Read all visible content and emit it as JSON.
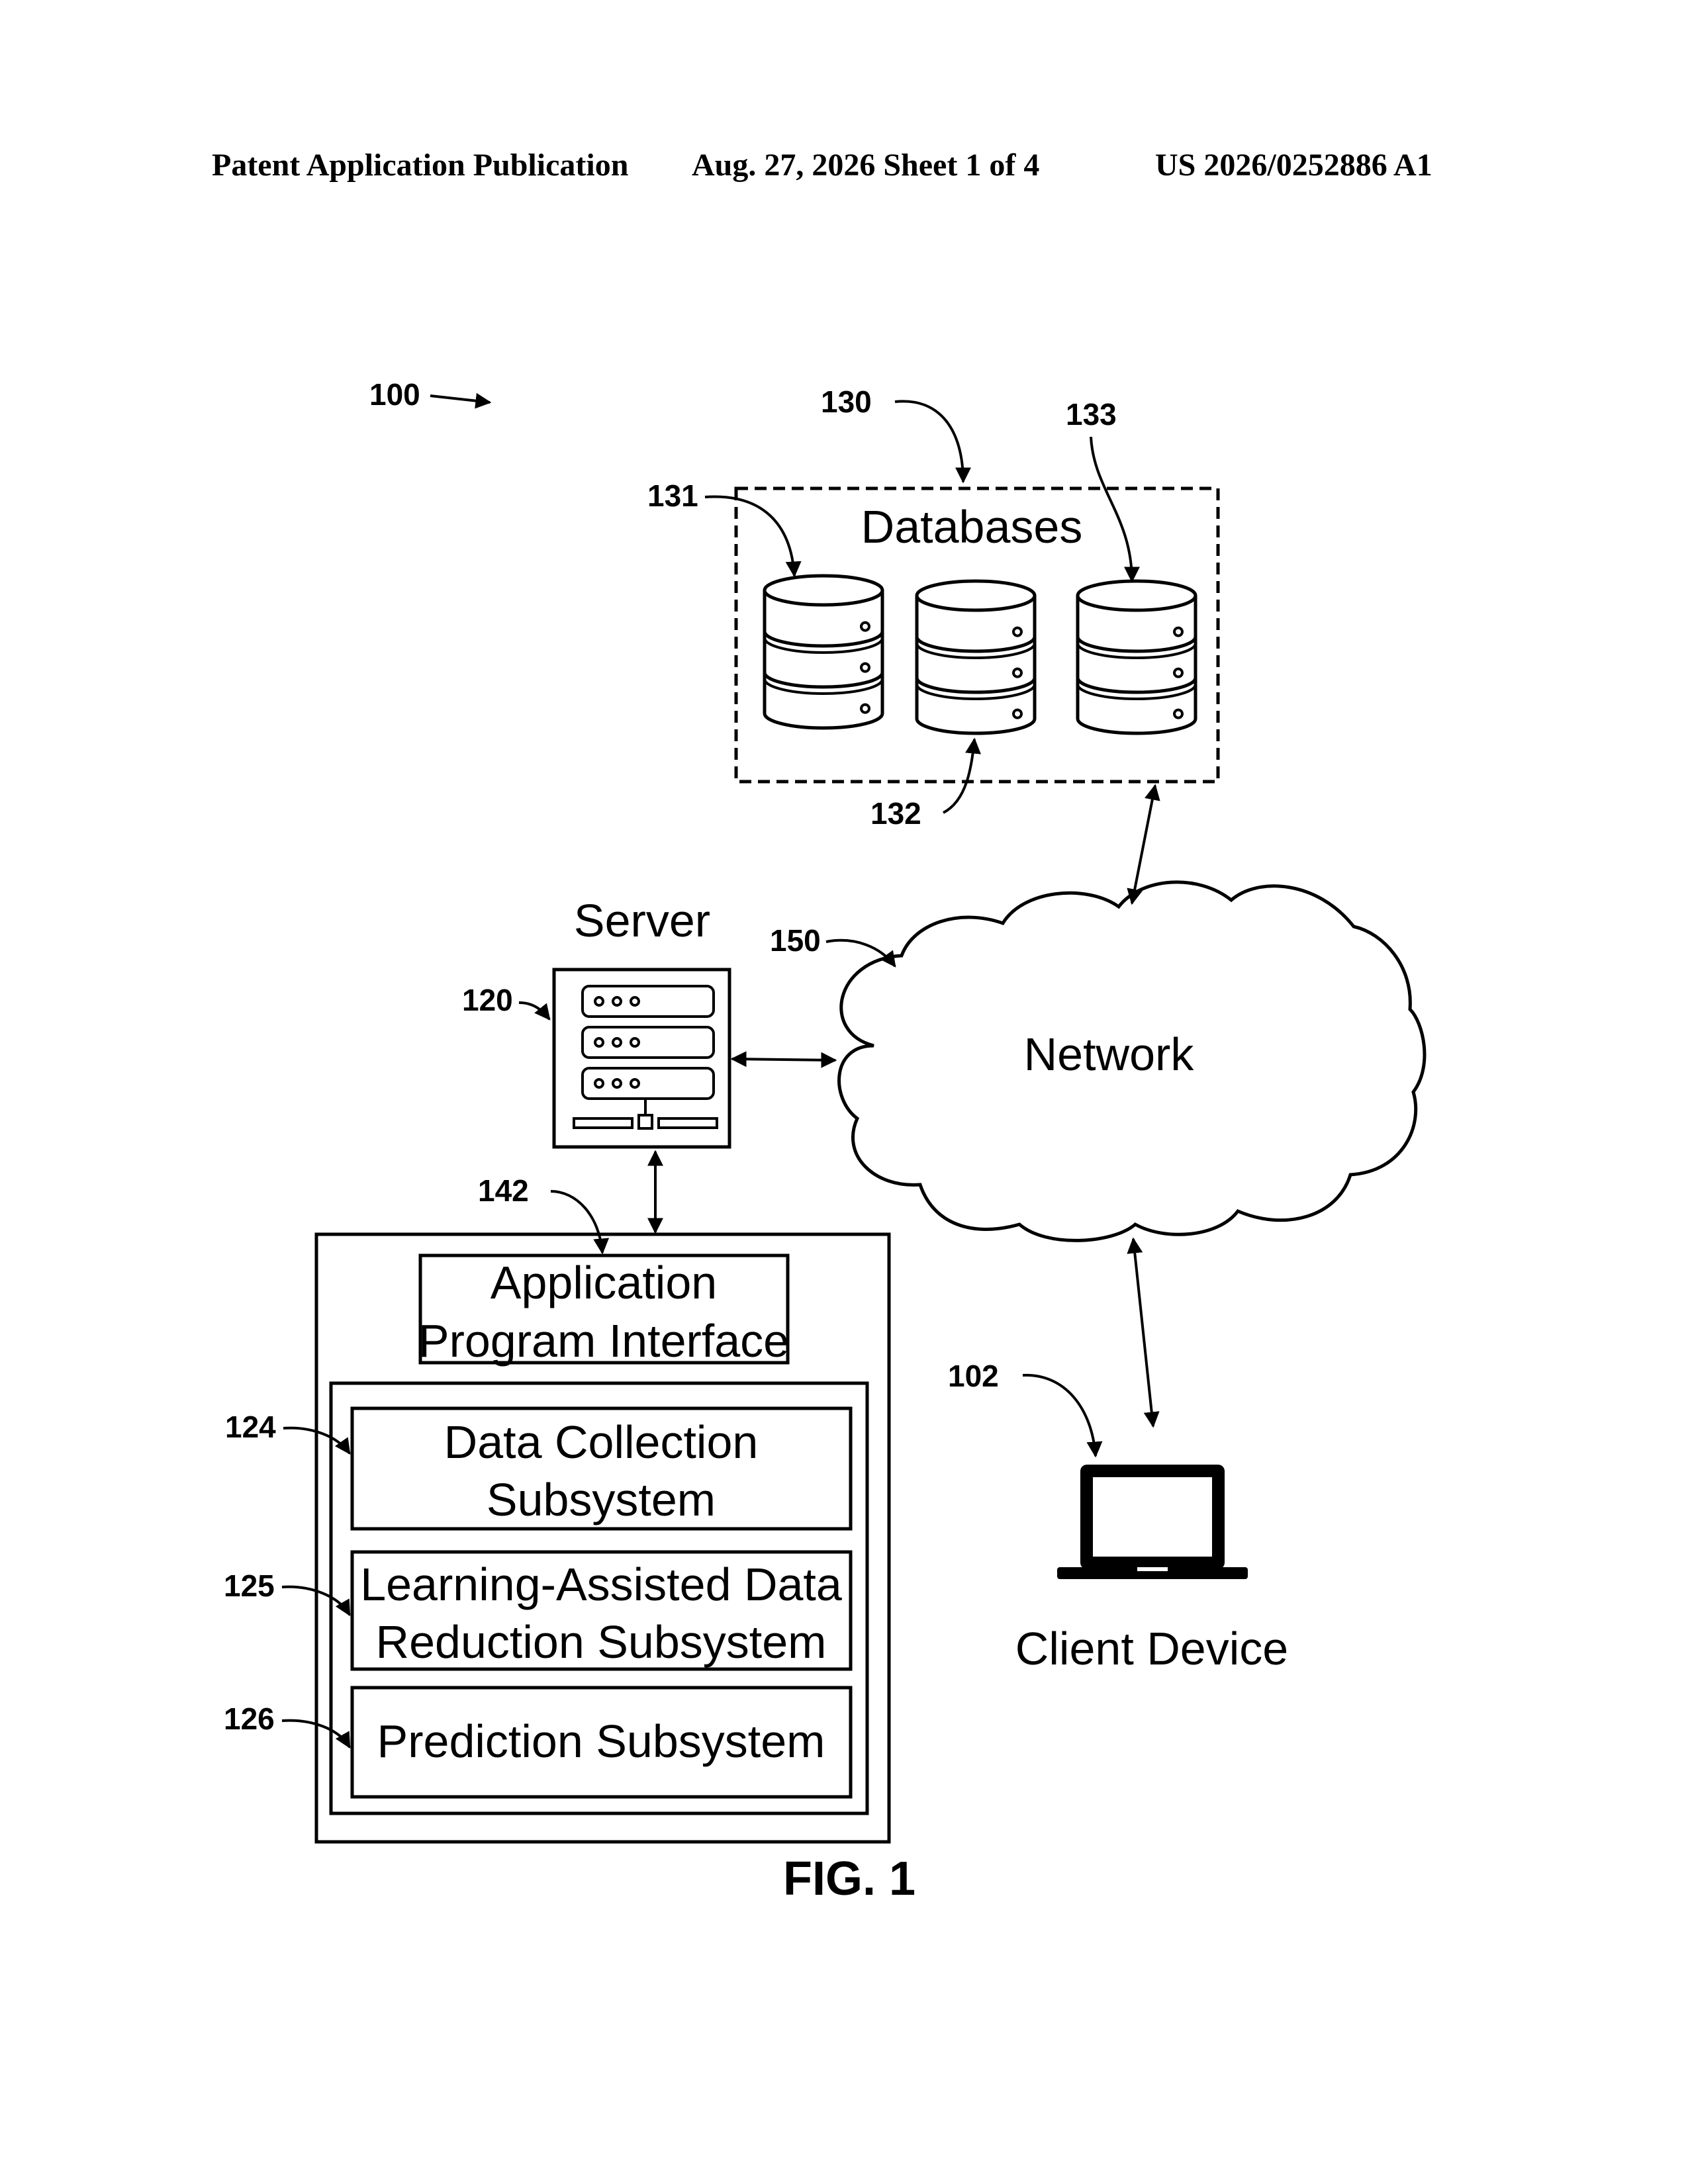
{
  "header": {
    "left": "Patent Application Publication",
    "date_sheet": "Aug. 27, 2026  Sheet 1 of 4",
    "number": "US 2026/0252886 A1"
  },
  "figure": {
    "caption": "FIG. 1",
    "system_ref": "100",
    "databases": {
      "title": "Databases",
      "ref": "130",
      "db_refs": [
        "131",
        "132",
        "133"
      ]
    },
    "server": {
      "title": "Server",
      "ref": "120"
    },
    "network": {
      "title": "Network",
      "ref": "150"
    },
    "client": {
      "title": "Client Device",
      "ref": "102"
    },
    "api": {
      "line1": "Application",
      "line2": "Program Interface",
      "ref": "142"
    },
    "subsystems": [
      {
        "line1": "Data Collection",
        "line2": "Subsystem",
        "ref": "124"
      },
      {
        "line1": "Learning-Assisted Data",
        "line2": "Reduction Subsystem",
        "ref": "125"
      },
      {
        "line1": "Prediction Subsystem",
        "line2": "",
        "ref": "126"
      }
    ]
  }
}
